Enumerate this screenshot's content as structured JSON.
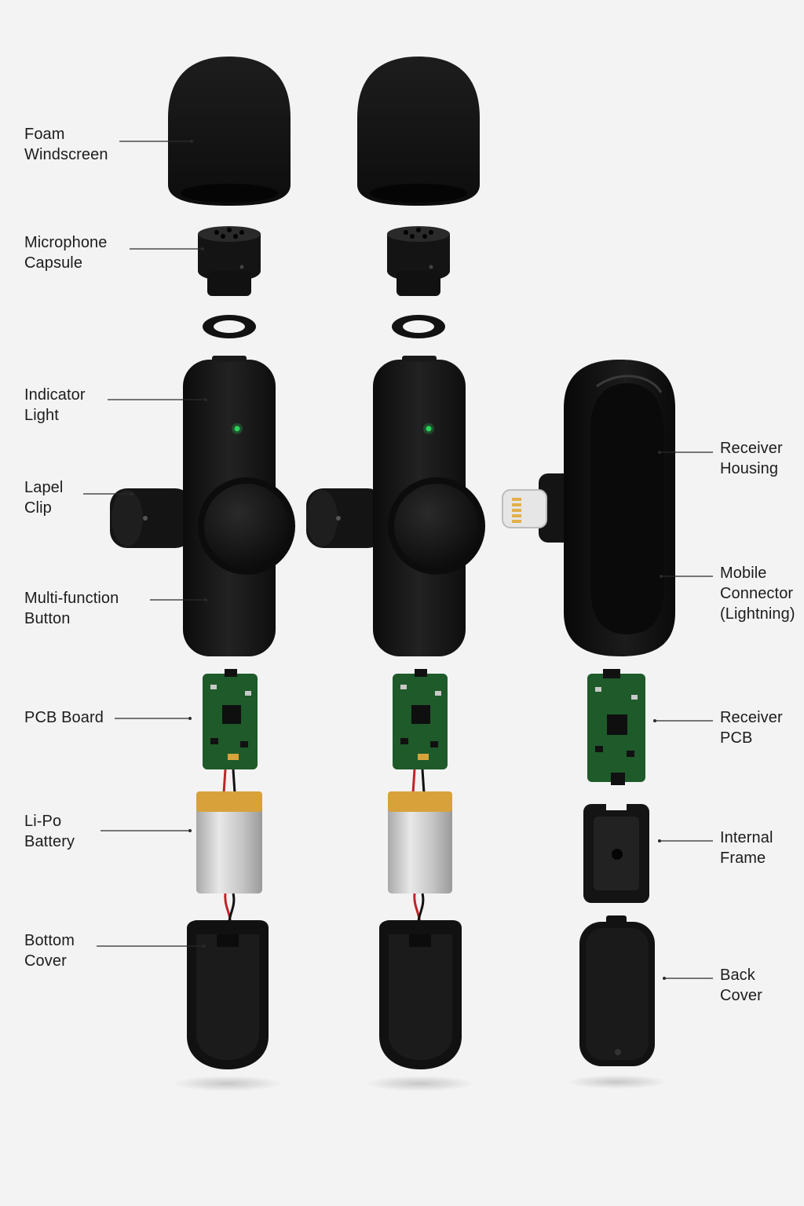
{
  "colors": {
    "background": "#f3f3f3",
    "device_black": "#151515",
    "pcb_green": "#1e5a2a",
    "indicator_green": "#2bd35a",
    "battery_wrap": "#d9a13a",
    "battery_silver": "#c9c9c9",
    "connector_gold": "#e1b04b"
  },
  "labels_left": {
    "foam": [
      "Foam",
      "Windscreen"
    ],
    "capsule": [
      "Microphone",
      "Capsule"
    ],
    "indicator": [
      "Indicator",
      "Light"
    ],
    "clip": [
      "Lapel",
      "Clip"
    ],
    "button": [
      "Multi-function",
      "Button"
    ],
    "pcb": [
      "PCB Board"
    ],
    "battery": [
      "Li-Po",
      "Battery"
    ],
    "bottom": [
      "Bottom",
      "Cover"
    ]
  },
  "labels_right": {
    "housing": [
      "Receiver",
      "Housing"
    ],
    "connector": [
      "Mobile",
      "Connector",
      "(Lightning)"
    ],
    "rpcb": [
      "Receiver",
      "PCB"
    ],
    "frame": [
      "Internal",
      "Frame"
    ],
    "back": [
      "Back",
      "Cover"
    ]
  },
  "icons": [
    "foam-windscreen-icon",
    "microphone-capsule-icon",
    "o-ring-icon",
    "transmitter-body-icon",
    "lapel-clip-icon",
    "pcb-icon",
    "battery-icon",
    "bottom-cover-icon",
    "receiver-housing-icon",
    "lightning-connector-icon",
    "internal-frame-icon",
    "back-cover-icon"
  ]
}
